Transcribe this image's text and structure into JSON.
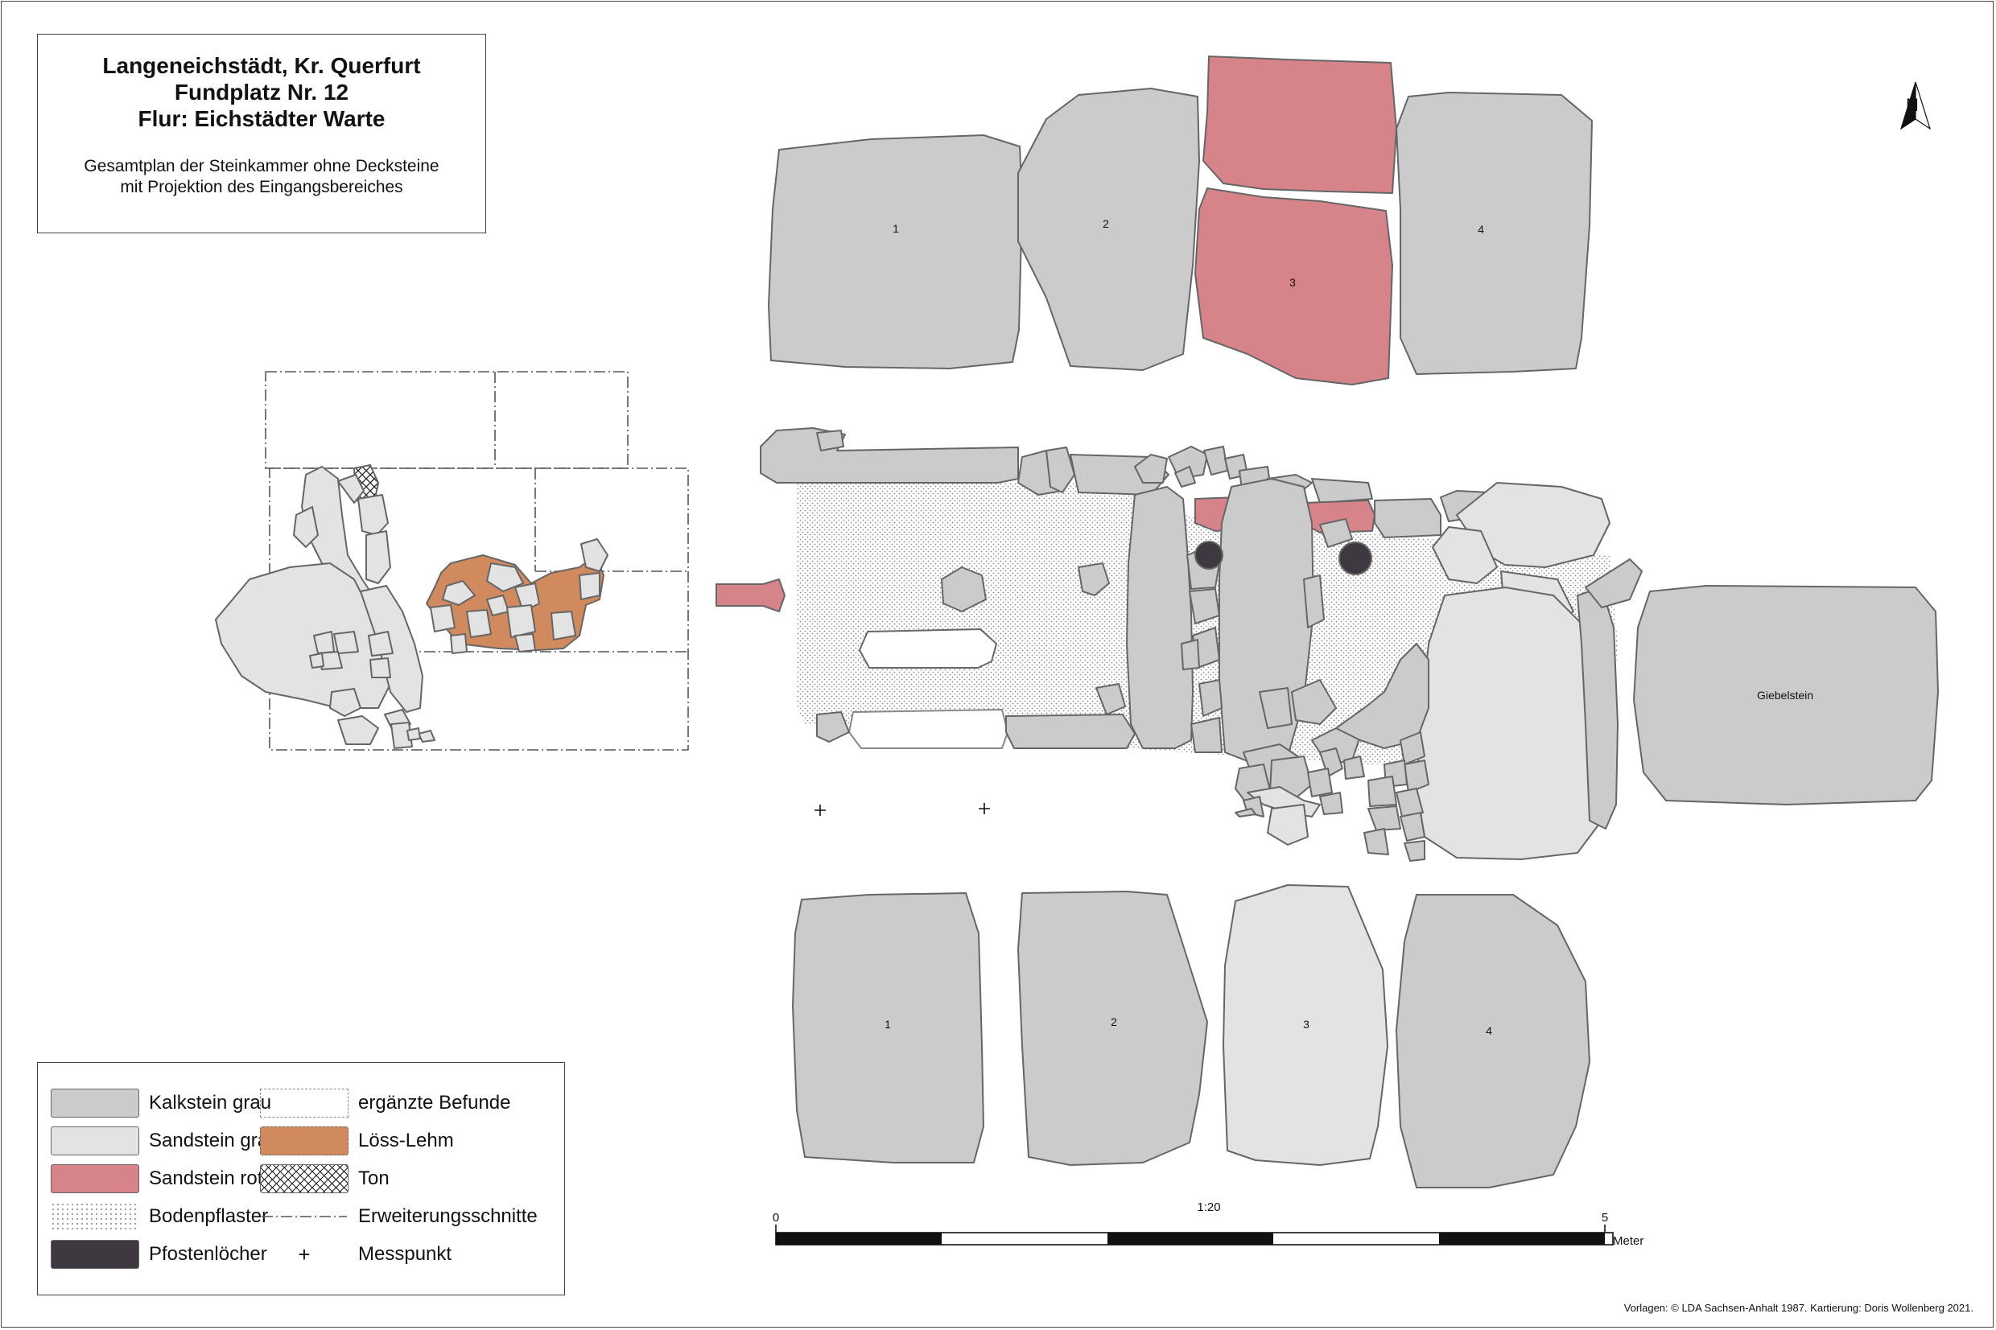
{
  "title": {
    "line1": "Langeneichstädt, Kr. Querfurt",
    "line2": "Fundplatz Nr. 12",
    "line3": "Flur: Eichstädter Warte",
    "subtitle1": "Gesamtplan der Steinkammer ohne Decksteine",
    "subtitle2": "mit Projektion des Eingangsbereiches"
  },
  "north_label": "N",
  "stone_labels": {
    "top1": "1",
    "top2": "2",
    "top3": "3",
    "top4": "4",
    "bottom1": "1",
    "bottom2": "2",
    "bottom3": "3",
    "bottom4": "4",
    "gable": "Giebelstein"
  },
  "legend": {
    "kalkstein": "Kalkstein grau",
    "sandstein_grau": "Sandstein grau",
    "sandstein_rot": "Sandstein rot",
    "bodenpflaster": "Bodenpflaster",
    "pfostenloecher": "Pfostenlöcher",
    "ergaenzt": "ergänzte Befunde",
    "loess": "Löss-Lehm",
    "ton": "Ton",
    "erweiterung": "Erweiterungsschnitte",
    "messpunkt": "Messpunkt",
    "messpunkt_symbol": "+"
  },
  "scale": {
    "ratio": "1:20",
    "start": "0",
    "end": "5",
    "unit": "Meter"
  },
  "credit": "Vorlagen: © LDA Sachsen-Anhalt 1987. Kartierung: Doris Wollenberg 2021.",
  "colors": {
    "kalkstein": "#cbcbcb",
    "sandstein_grau": "#e3e3e3",
    "sandstein_rot": "#d6838a",
    "loess": "#d08a5e",
    "pfosten": "#3e3840",
    "outline": "#666666"
  }
}
